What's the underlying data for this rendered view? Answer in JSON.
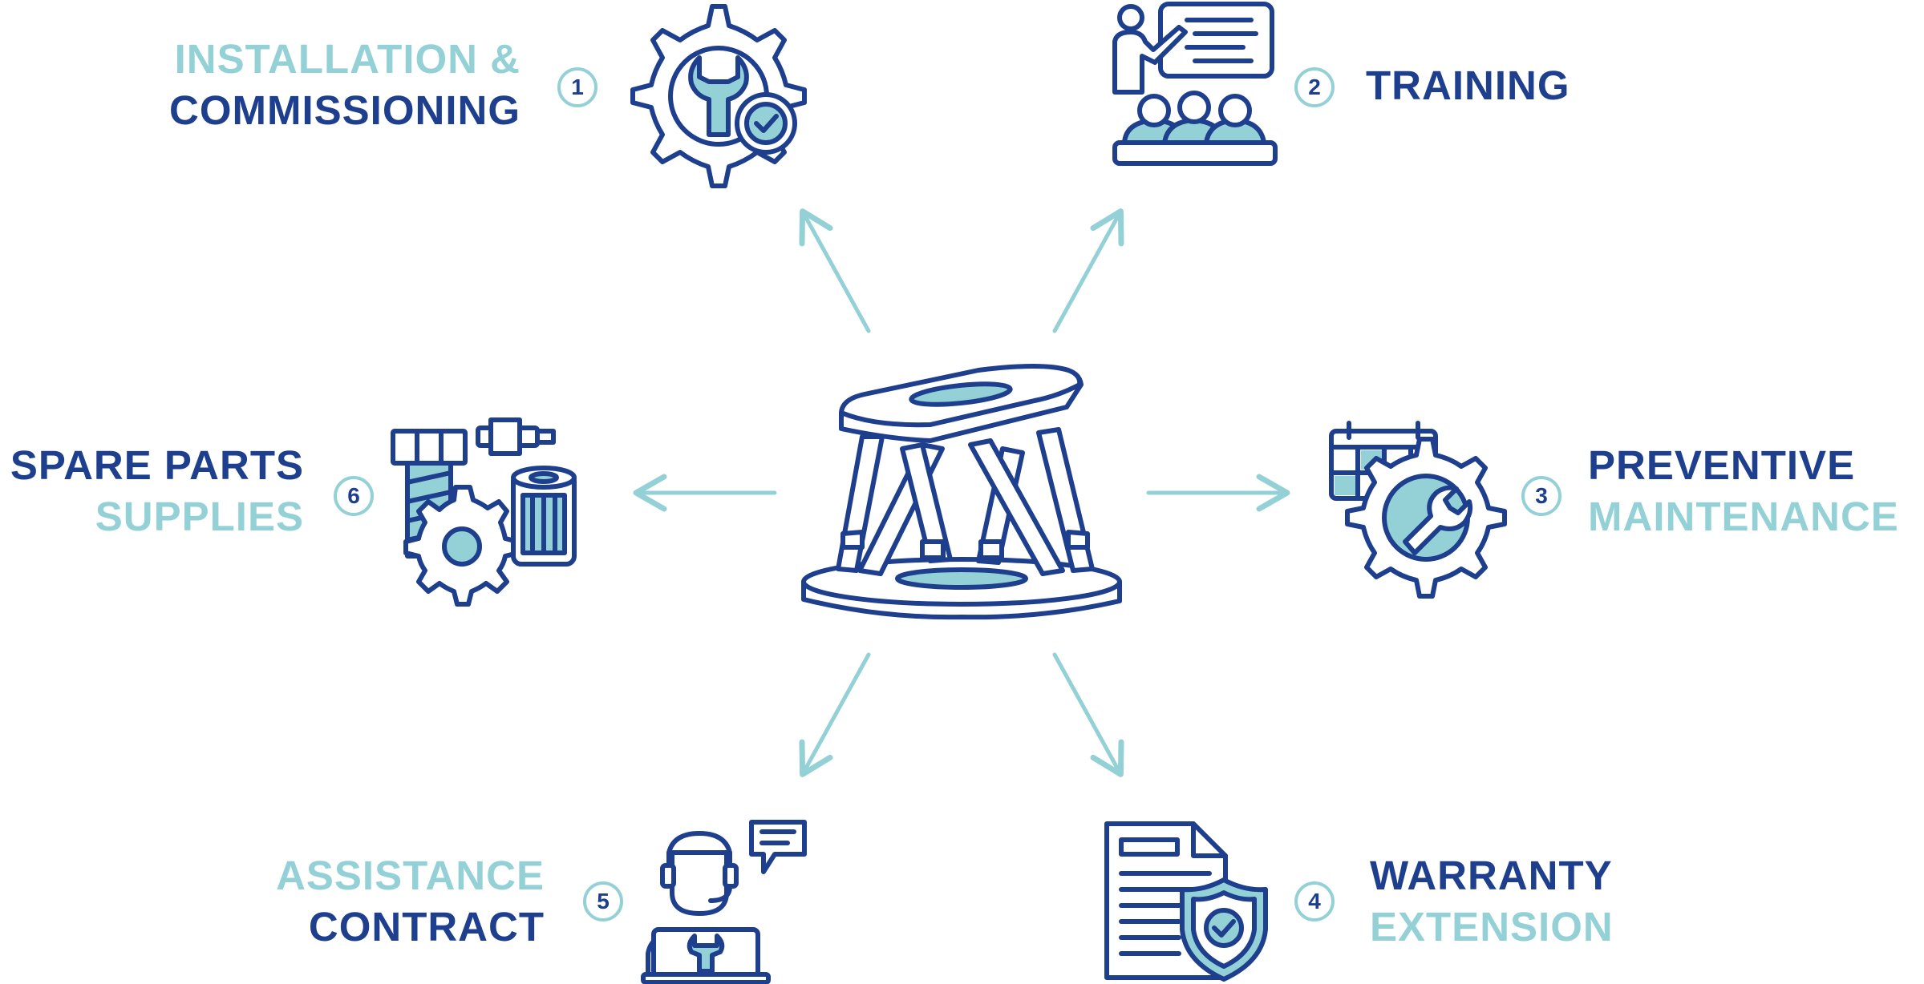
{
  "colors": {
    "dark": "#1e3f8e",
    "light": "#94d1d6"
  },
  "center": {
    "icon": "hexapod-icon"
  },
  "services": [
    {
      "number": "1",
      "line1": "INSTALLATION &",
      "line2": "COMMISSIONING",
      "icon": "gear-wrench-check-icon"
    },
    {
      "number": "2",
      "line1": "TRAINING",
      "line2": "",
      "icon": "classroom-presentation-icon"
    },
    {
      "number": "3",
      "line1": "PREVENTIVE",
      "line2": "MAINTENANCE",
      "icon": "calendar-gear-icon"
    },
    {
      "number": "4",
      "line1": "WARRANTY",
      "line2": "EXTENSION",
      "icon": "document-shield-icon"
    },
    {
      "number": "5",
      "line1": "ASSISTANCE",
      "line2": "CONTRACT",
      "icon": "support-agent-icon"
    },
    {
      "number": "6",
      "line1": "SPARE PARTS",
      "line2": "SUPPLIES",
      "icon": "spare-parts-icon"
    }
  ]
}
